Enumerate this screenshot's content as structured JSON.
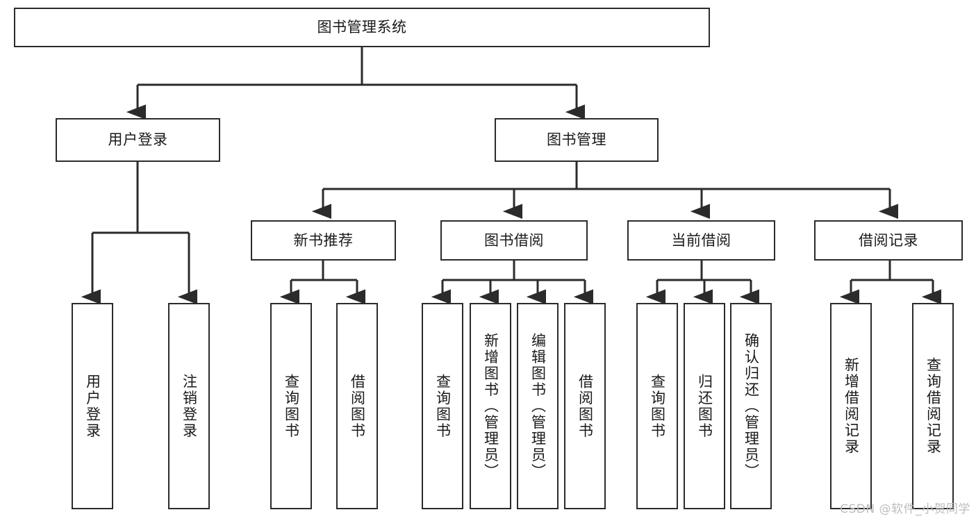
{
  "diagram": {
    "title": "图书管理系统",
    "type": "tree",
    "watermark": "CSDN @软件_小贺同学",
    "colors": {
      "box_border": "#2b2b2b",
      "box_fill": "#ffffff",
      "connector": "#2b2b2b",
      "text": "#1a1a1a",
      "watermark": "#bdbdbd"
    },
    "root": {
      "label": "图书管理系统"
    },
    "level2": [
      {
        "label": "用户登录"
      },
      {
        "label": "图书管理"
      }
    ],
    "level3": [
      {
        "label": "新书推荐"
      },
      {
        "label": "图书借阅"
      },
      {
        "label": "当前借阅"
      },
      {
        "label": "借阅记录"
      }
    ],
    "leaves": {
      "user_login": [
        {
          "label": "用户登录"
        },
        {
          "label": "注销登录"
        }
      ],
      "new_book_recommend": [
        {
          "label": "查询图书"
        },
        {
          "label": "借阅图书"
        }
      ],
      "book_borrow": [
        {
          "label": "查询图书"
        },
        {
          "label": "新增图书（管理员）"
        },
        {
          "label": "编辑图书（管理员）"
        },
        {
          "label": "借阅图书"
        }
      ],
      "current_borrow": [
        {
          "label": "查询图书"
        },
        {
          "label": "归还图书"
        },
        {
          "label": "确认归还（管理员）"
        }
      ],
      "borrow_record": [
        {
          "label": "新增借阅记录"
        },
        {
          "label": "查询借阅记录"
        }
      ]
    }
  }
}
